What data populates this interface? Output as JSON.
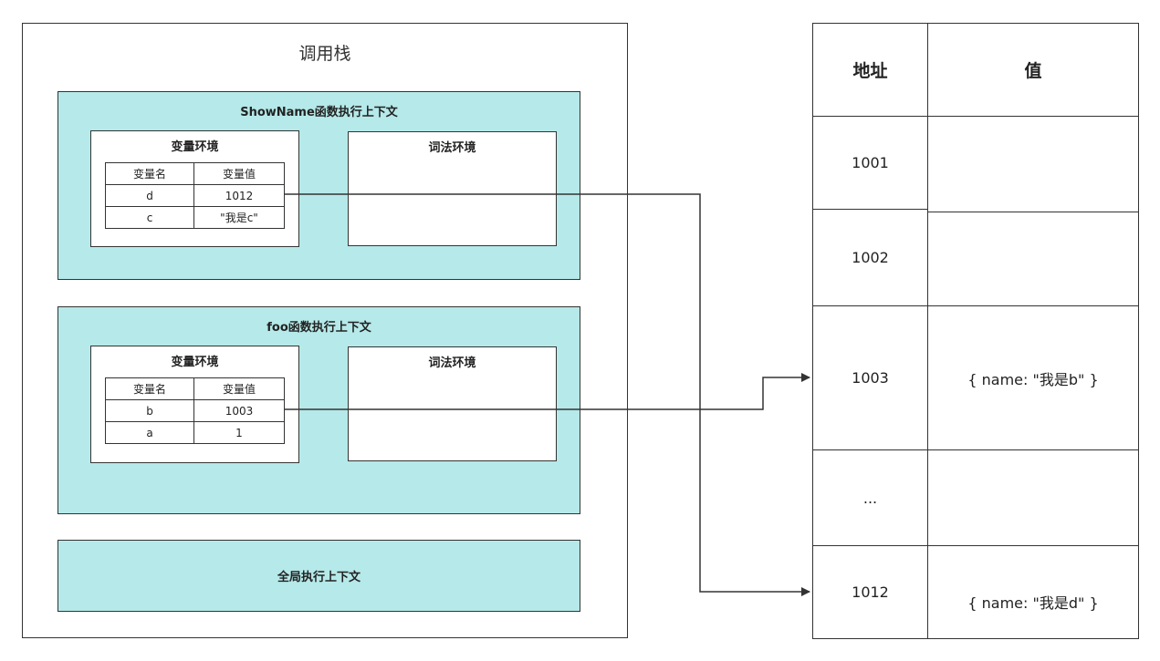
{
  "call_stack": {
    "title": "调用栈",
    "contexts": [
      {
        "title": "ShowName函数执行上下文",
        "variable_env": {
          "title": "变量环境",
          "headers": [
            "变量名",
            "变量值"
          ],
          "rows": [
            [
              "d",
              "1012"
            ],
            [
              "c",
              "\"我是c\""
            ]
          ]
        },
        "lexical_env": {
          "title": "词法环境"
        }
      },
      {
        "title": "foo函数执行上下文",
        "variable_env": {
          "title": "变量环境",
          "headers": [
            "变量名",
            "变量值"
          ],
          "rows": [
            [
              "b",
              "1003"
            ],
            [
              "a",
              "1"
            ]
          ]
        },
        "lexical_env": {
          "title": "词法环境"
        }
      },
      {
        "title": "全局执行上下文"
      }
    ]
  },
  "heap": {
    "headers": {
      "address": "地址",
      "value": "值"
    },
    "rows": [
      {
        "address": "1001",
        "value": ""
      },
      {
        "address": "1002",
        "value": ""
      },
      {
        "address": "1003",
        "value": "{ name: \"我是b\" }"
      },
      {
        "address": "...",
        "value": ""
      },
      {
        "address": "1012",
        "value": "{ name: \"我是d\" }"
      }
    ]
  },
  "pointers": [
    {
      "from": "d",
      "to": "1012"
    },
    {
      "from": "b",
      "to": "1003"
    }
  ]
}
